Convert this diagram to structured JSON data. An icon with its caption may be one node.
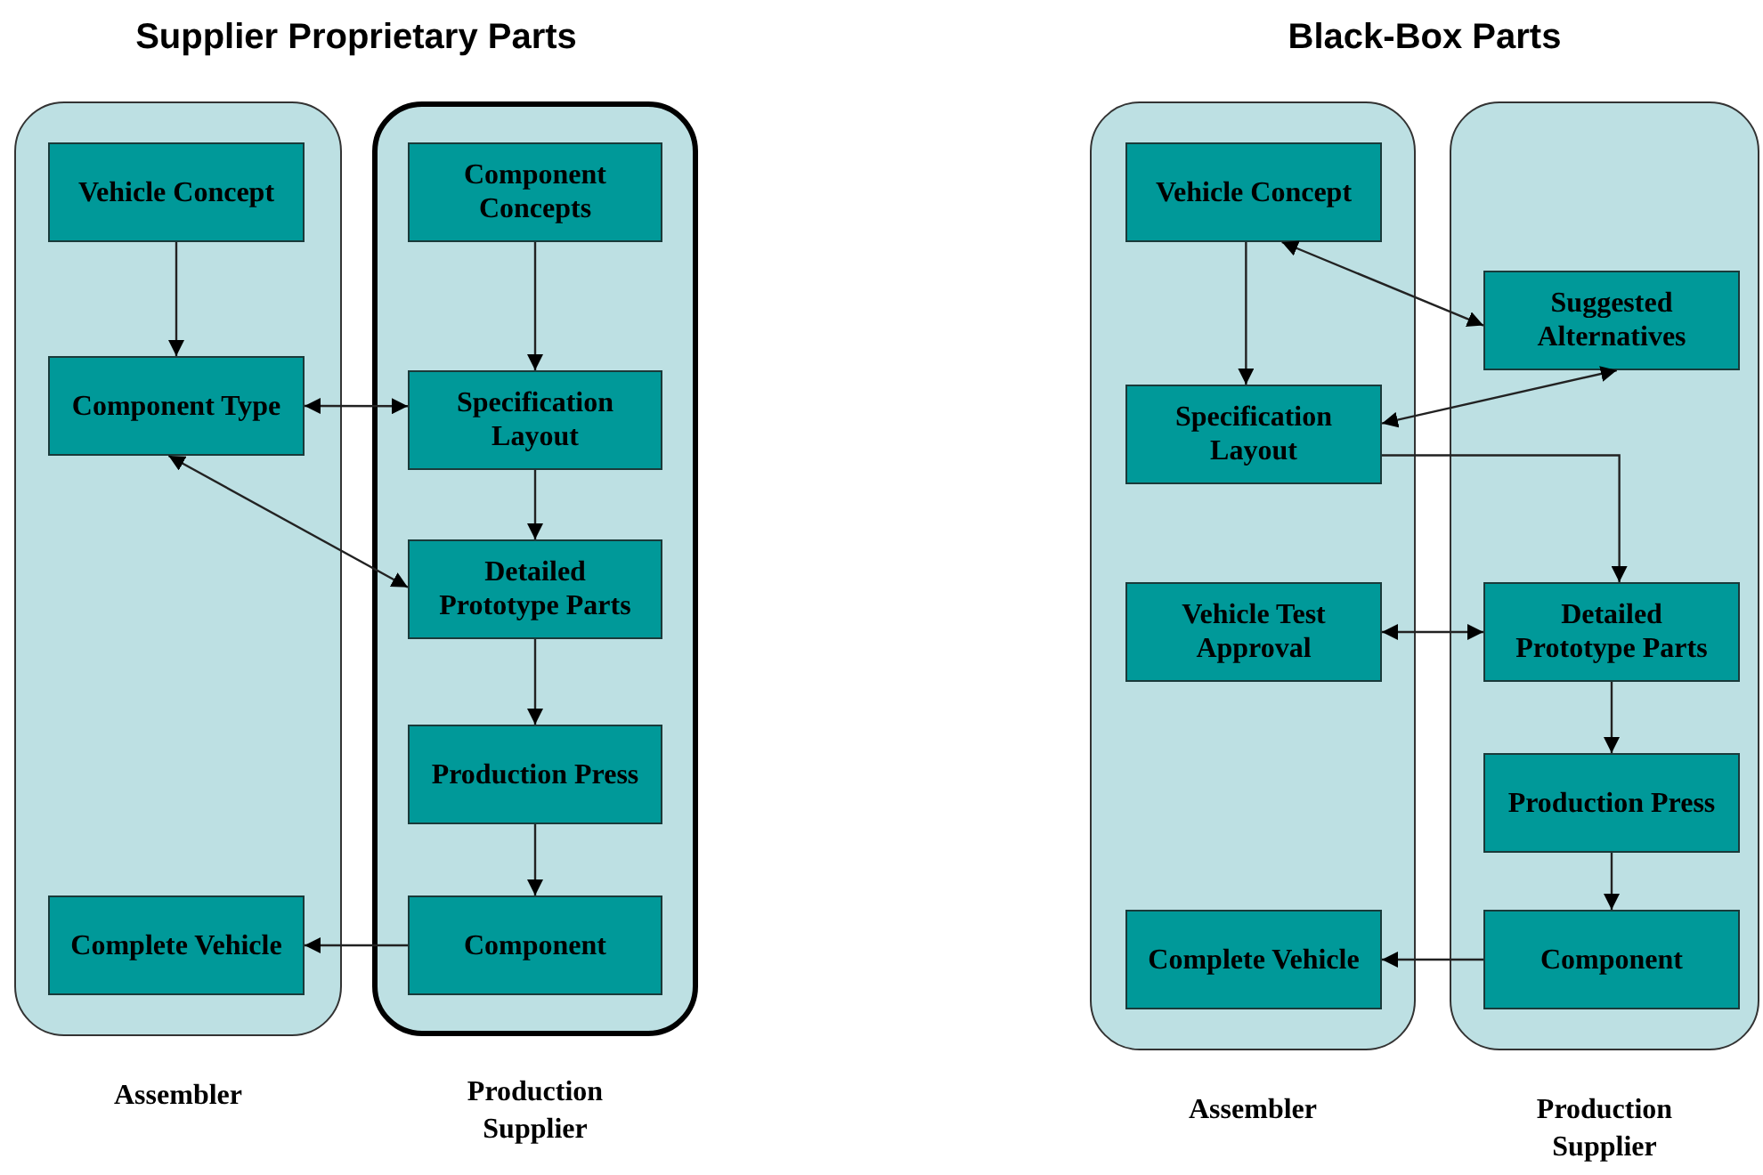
{
  "diagram": {
    "nodes": [
      {
        "text": [
          "Assembler"
        ]
      },
      {
        "text": [
          "Vehicle Concept"
        ],
        "in": 0
      },
      {
        "text": [
          "Component Type"
        ],
        "in": 0
      },
      {
        "text": [
          "Complete Vehicle"
        ],
        "in": 0
      },
      {
        "text": [
          "Production Supplier"
        ]
      },
      {
        "text": [
          "Component Concepts"
        ],
        "in": 4
      },
      {
        "text": [
          "Specification Layout"
        ],
        "in": 4
      },
      {
        "text": [
          "Detailed Prototype Parts"
        ],
        "in": 4
      },
      {
        "text": [
          "Production Press"
        ],
        "in": 4
      },
      {
        "text": [
          "Component"
        ],
        "in": 4
      },
      {
        "text": [
          "Assembler"
        ]
      },
      {
        "text": [
          "Vehicle Concept"
        ],
        "in": 10
      },
      {
        "text": [
          "Specification Layout"
        ],
        "in": 10
      },
      {
        "text": [
          "Vehicle Test Approval"
        ],
        "in": 10
      },
      {
        "text": [
          "Complete Vehicle"
        ],
        "in": 10
      },
      {
        "text": [
          "Production Supplier"
        ]
      },
      {
        "text": [
          "Suggested Alternatives"
        ],
        "in": 15
      },
      {
        "text": [
          "Detailed Prototype Parts"
        ],
        "in": 15
      },
      {
        "text": [
          "Production Press"
        ],
        "in": 15
      },
      {
        "text": [
          "Component"
        ],
        "in": 15
      }
    ],
    "edges": [
      {
        "from": 1,
        "to": 2,
        "arrow": "to"
      },
      {
        "from": 2,
        "to": 6,
        "arrow": "both"
      },
      {
        "from": 5,
        "to": 6,
        "arrow": "to"
      },
      {
        "from": 2,
        "to": 7,
        "arrow": "both"
      },
      {
        "from": 6,
        "to": 7,
        "arrow": "to"
      },
      {
        "from": 7,
        "to": 8,
        "arrow": "to"
      },
      {
        "from": 8,
        "to": 9,
        "arrow": "to"
      },
      {
        "from": 9,
        "to": 3,
        "arrow": "to"
      },
      {
        "from": 11,
        "to": 12,
        "arrow": "to"
      },
      {
        "from": 11,
        "to": 16,
        "arrow": "both"
      },
      {
        "from": 12,
        "to": 16,
        "arrow": "both"
      },
      {
        "from": 12,
        "to": 17,
        "arrow": "to"
      },
      {
        "from": 13,
        "to": 17,
        "arrow": "both"
      },
      {
        "from": 17,
        "to": 18,
        "arrow": "to"
      },
      {
        "from": 18,
        "to": 19,
        "arrow": "to"
      },
      {
        "from": 19,
        "to": 14,
        "arrow": "to"
      }
    ],
    "labels": [
      "Supplier Proprietary Parts",
      "Black-Box Parts"
    ]
  }
}
